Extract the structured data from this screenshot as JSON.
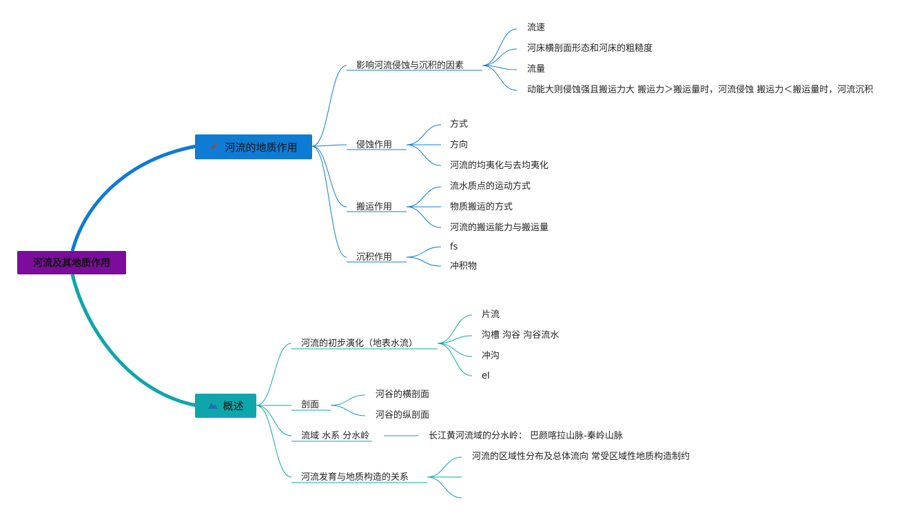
{
  "root": {
    "label": "河流及其地质作用",
    "color": "#7b0c9c"
  },
  "branches": [
    {
      "label": "河流的地质作用",
      "icon": "hammer-icon",
      "color": "#0e7bd5",
      "children": [
        {
          "label": "影响河流侵蚀与沉积的因素",
          "children": [
            "流速",
            "河床横剖面形态和河床的粗糙度",
            "流量",
            "动能大则侵蚀强且搬运力大 搬运力＞搬运量时，河流侵蚀 搬运力＜搬运量时，河流沉积"
          ]
        },
        {
          "label": "侵蚀作用",
          "children": [
            "方式",
            "方向",
            "河流的均夷化与去均夷化"
          ]
        },
        {
          "label": "搬运作用",
          "children": [
            "流水质点的运动方式",
            "物质搬运的方式",
            "河流的搬运能力与搬运量"
          ]
        },
        {
          "label": "沉积作用",
          "children": [
            "fs",
            "冲积物"
          ]
        }
      ]
    },
    {
      "label": "概述",
      "icon": "mountain-icon",
      "color": "#0ea6aa",
      "children": [
        {
          "label": "河流的初步演化（地表水流）",
          "children": [
            "片流",
            "沟槽 沟谷 沟谷流水",
            "冲沟",
            "eI"
          ]
        },
        {
          "label": "剖面",
          "children": [
            "河谷的横剖面",
            "河谷的纵剖面"
          ]
        },
        {
          "label": "流域 水系 分水岭",
          "children": [
            "长江黄河流域的分水岭： 巴颜喀拉山脉-秦岭山脉"
          ]
        },
        {
          "label": "河流发育与地质构造的关系",
          "children": [
            "河流的区域性分布及总体流向 常受区域性地质构造制约",
            "",
            ""
          ]
        }
      ]
    }
  ]
}
